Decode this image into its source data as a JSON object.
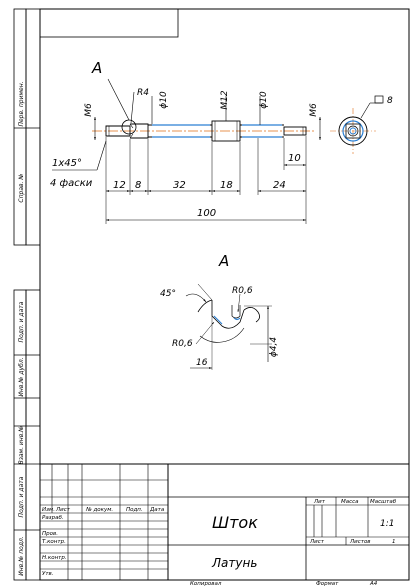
{
  "main_view": {
    "view_label": "A",
    "dims": {
      "m6_left": "M6",
      "r4": "R4",
      "phi10_left": "ϕ10",
      "m12": "M12",
      "phi10_right": "ϕ10",
      "m6_right": "M6",
      "square8": "8",
      "chamfer": "1x45°",
      "chamfer_note": "4 фаски",
      "len_12": "12",
      "len_8": "8",
      "len_32": "32",
      "len_18": "18",
      "len_24": "24",
      "len_10": "10",
      "len_100": "100"
    }
  },
  "detail_view": {
    "label": "A",
    "angle": "45°",
    "r06_top": "R0,6",
    "r06_left": "R0,6",
    "phi44": "ϕ4,4",
    "len_16": "16"
  },
  "side_labels": {
    "perv_primen": "Перв. примен.",
    "sprav_no": "Справ. №",
    "podp_data_1": "Подп. и дата",
    "inv_dubl": "Инв.№ дубл.",
    "vzam_inv": "Взам. инв.№",
    "podp_data_2": "Подп. и дата",
    "inv_podl": "Инв.№ подл."
  },
  "title_block": {
    "name": "Шток",
    "material": "Латунь",
    "col_izm": "Изм.",
    "col_list": "Лист",
    "col_doc": "№ докум.",
    "col_podp": "Подп.",
    "col_data": "Дата",
    "row_razrab": "Разраб.",
    "row_prov": "Пров.",
    "row_tkontr": "Т.контр.",
    "row_nkontr": "Н.контр.",
    "row_utv": "Утв.",
    "lit": "Лит",
    "massa": "Масса",
    "masshtab": "Масштаб",
    "scale_value": "1:1",
    "sheet": "Лист",
    "sheets": "Листов",
    "sheets_value": "1",
    "copied": "Копировал",
    "format": "Формат",
    "format_value": "А4"
  }
}
